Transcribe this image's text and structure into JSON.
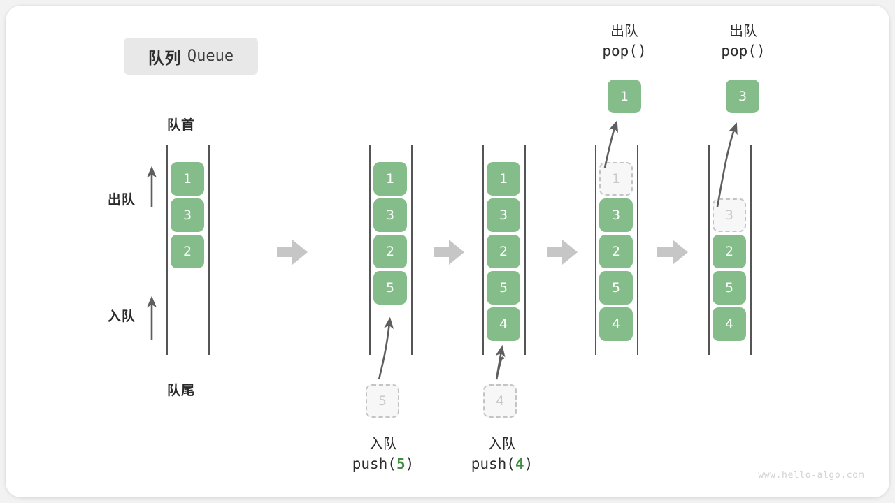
{
  "title": {
    "cn": "队列",
    "en": "Queue"
  },
  "labels": {
    "head": "队首",
    "tail": "队尾",
    "dequeue_dir": "出队",
    "enqueue_dir": "入队"
  },
  "colors": {
    "box_fill": "#84bd8a",
    "box_text": "#ffffff",
    "ghost_fill": "#f7f7f7",
    "ghost_border": "#c4c4c4",
    "ghost_text": "#c9c9c9",
    "rail": "#555555",
    "step_arrow": "#c6c6c6",
    "accent_green": "#3f8f43",
    "badge_bg": "#e8e8e8",
    "text": "#2b2b2b",
    "watermark": "#d2d2d2"
  },
  "columns": [
    {
      "id": "initial",
      "items": [
        "1",
        "3",
        "2"
      ],
      "ghost_index": -1,
      "caption_cn": "",
      "caption_code": "",
      "caption_num": "",
      "incoming": null,
      "popped": null
    },
    {
      "id": "push-5",
      "items": [
        "1",
        "3",
        "2",
        "5"
      ],
      "ghost_index": -1,
      "caption_cn": "入队",
      "caption_code_pre": "push(",
      "caption_num": "5",
      "caption_code_post": ")",
      "incoming": "5",
      "popped": null
    },
    {
      "id": "push-4",
      "items": [
        "1",
        "3",
        "2",
        "5",
        "4"
      ],
      "ghost_index": -1,
      "caption_cn": "入队",
      "caption_code_pre": "push(",
      "caption_num": "4",
      "caption_code_post": ")",
      "incoming": "4",
      "popped": null
    },
    {
      "id": "pop-1",
      "items": [
        "1",
        "3",
        "2",
        "5",
        "4"
      ],
      "ghost_index": 0,
      "header_cn": "出队",
      "header_code": "pop()",
      "popped": "1",
      "incoming": null
    },
    {
      "id": "pop-3",
      "items": [
        "3",
        "2",
        "5",
        "4"
      ],
      "ghost_index": 0,
      "header_cn": "出队",
      "header_code": "pop()",
      "popped": "3",
      "incoming": null
    }
  ],
  "watermark": "www.hello-algo.com"
}
